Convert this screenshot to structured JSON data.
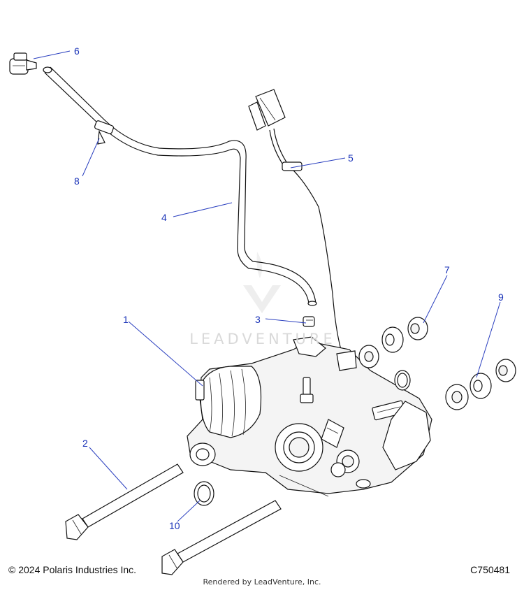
{
  "callouts": {
    "c1": "1",
    "c2": "2",
    "c3": "3",
    "c4": "4",
    "c5": "5",
    "c6": "6",
    "c7": "7",
    "c8": "8",
    "c9": "9",
    "c10": "10"
  },
  "watermark": {
    "text": "LEADVENTURE"
  },
  "footer": {
    "copyright": "© 2024 Polaris Industries Inc.",
    "diagram_code": "C750481",
    "rendered_by": "Rendered by LeadVenture, Inc."
  },
  "colors": {
    "callout": "#1a33b8",
    "line": "#111111",
    "watermark": "#d9d9d9"
  }
}
